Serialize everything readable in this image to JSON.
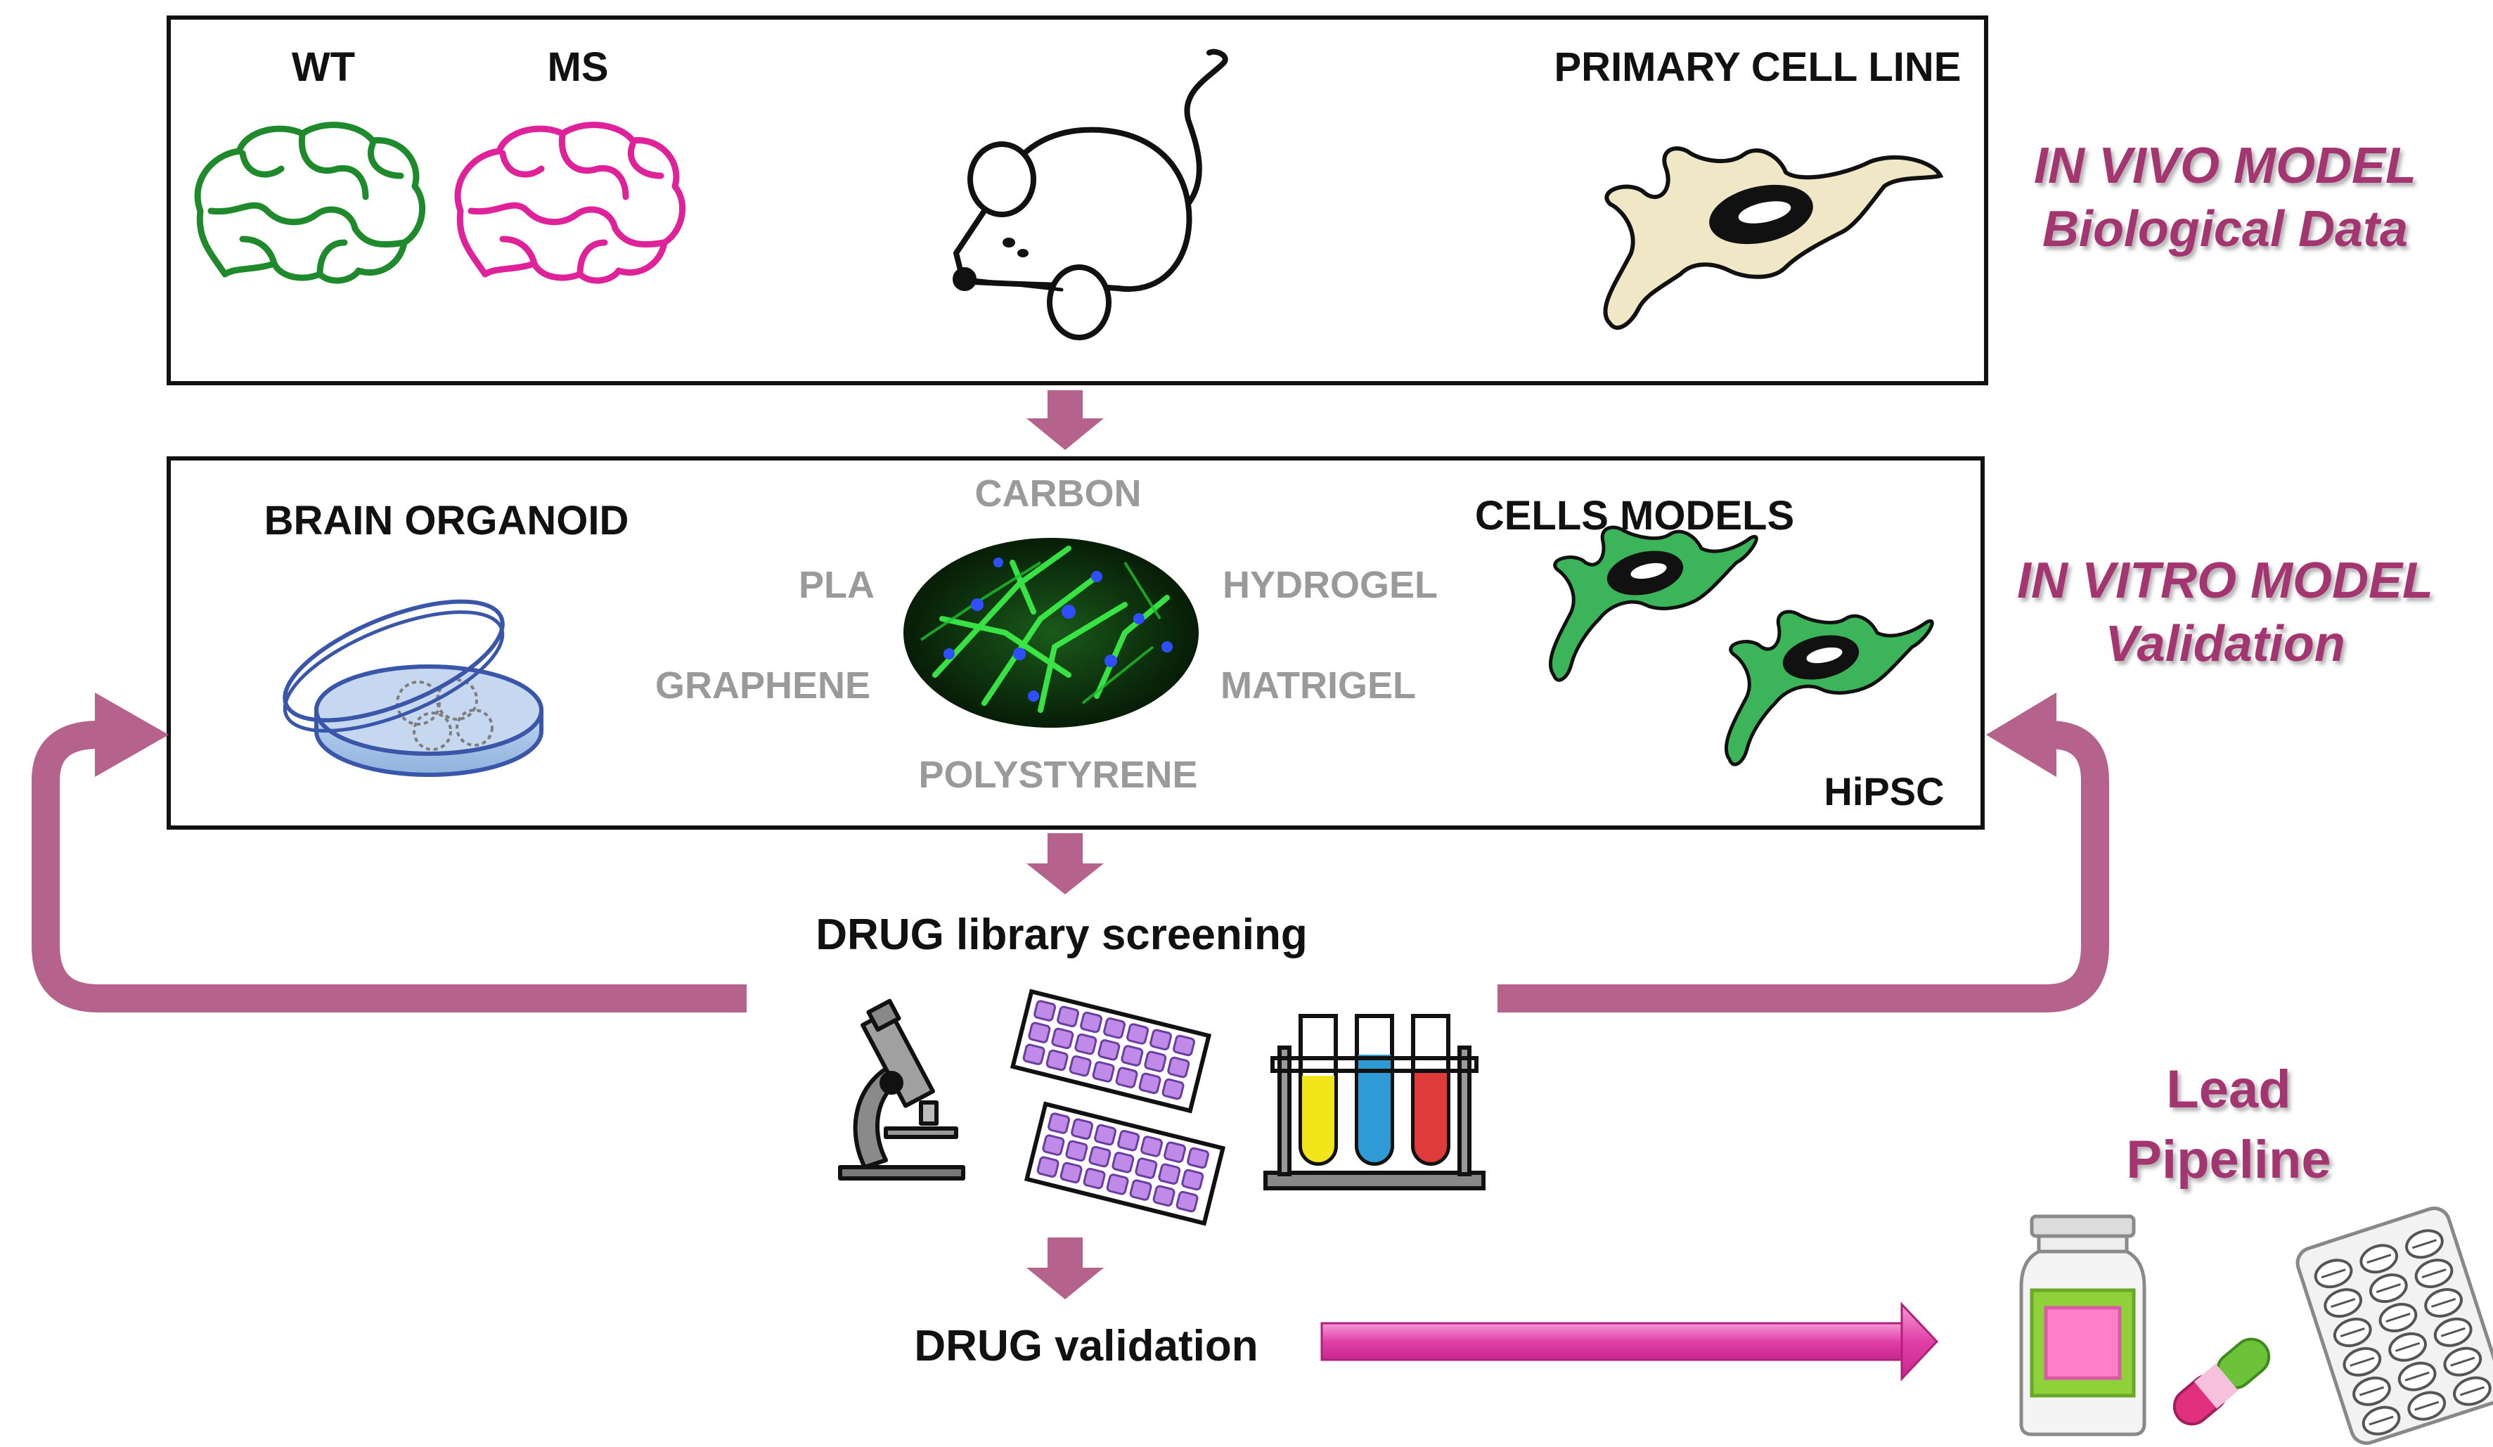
{
  "in_vivo_panel": {
    "wt_label": "WT",
    "ms_label": "MS",
    "primary_label": "PRIMARY  CELL LINE"
  },
  "in_vitro_panel": {
    "organoid_label": "BRAIN ORGANOID",
    "cells_label": "CELLS MODELS",
    "hipsc_label": "HiPSC",
    "materials": {
      "carbon": "CARBON",
      "pla": "PLA",
      "hydrogel": "HYDROGEL",
      "graphene": "GRAPHENE",
      "matrigel": "MATRIGEL",
      "polystyrene": "POLYSTYRENE"
    }
  },
  "side_labels": {
    "in_vivo_title": "IN VIVO MODEL",
    "in_vivo_sub": "Biological Data",
    "in_vitro_title": "IN VITRO MODEL",
    "in_vitro_sub": "Validation",
    "lead_line1": "Lead",
    "lead_line2": "Pipeline"
  },
  "steps": {
    "screening": "DRUG library screening",
    "validation": "DRUG validation"
  },
  "colors": {
    "arrow": "#b5628c",
    "text_accent": "#a33670",
    "wt_brain": "#1e8a2b",
    "ms_brain": "#e0229a",
    "pipeline_arrow": "#e04aa8"
  }
}
